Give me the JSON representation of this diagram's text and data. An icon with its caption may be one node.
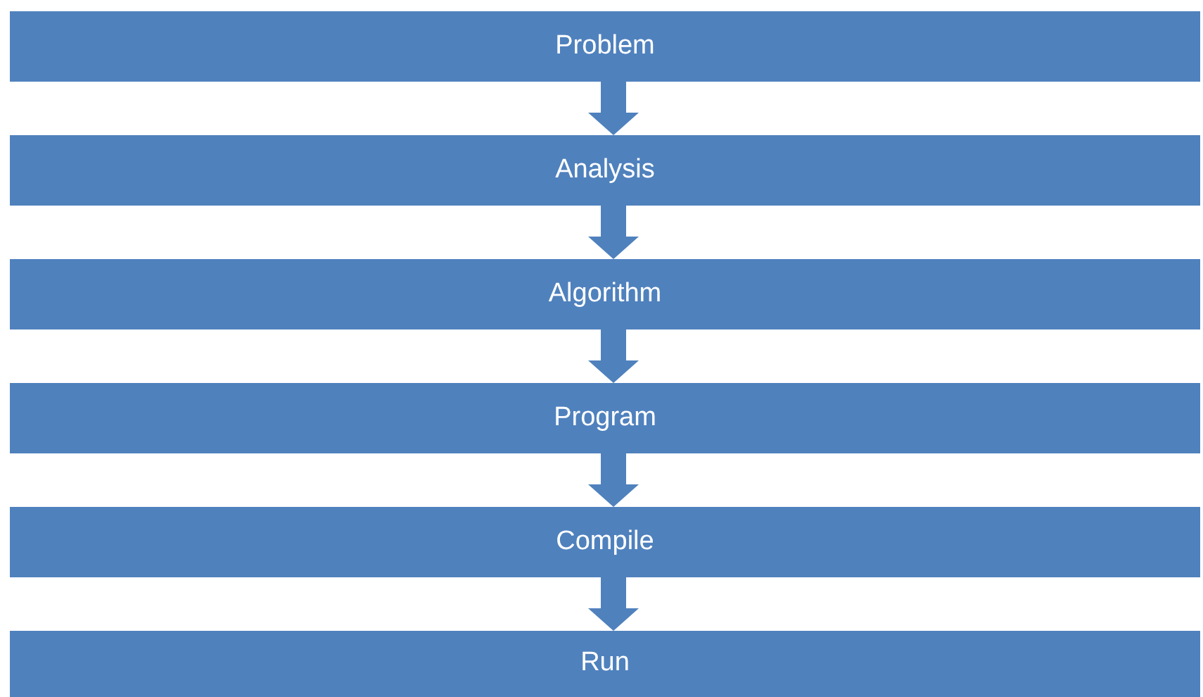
{
  "diagram": {
    "nodes": [
      {
        "text": [
          "Problem"
        ]
      },
      {
        "text": [
          "Analysis"
        ]
      },
      {
        "text": [
          "Algorithm"
        ]
      },
      {
        "text": [
          "Program"
        ]
      },
      {
        "text": [
          "Compile"
        ]
      },
      {
        "text": [
          "Run"
        ]
      }
    ],
    "edges": [
      {
        "from": 0,
        "to": 1,
        "arrow": "to"
      },
      {
        "from": 1,
        "to": 2,
        "arrow": "to"
      },
      {
        "from": 2,
        "to": 3,
        "arrow": "to"
      },
      {
        "from": 3,
        "to": 4,
        "arrow": "to"
      },
      {
        "from": 4,
        "to": 5,
        "arrow": "to"
      }
    ]
  }
}
